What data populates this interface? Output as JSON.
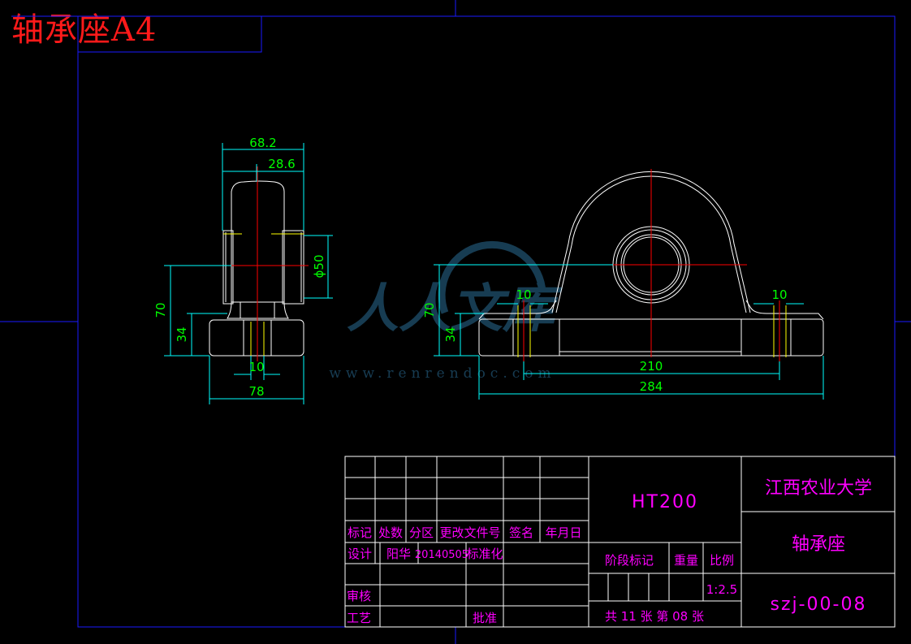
{
  "drawing_title": "轴承座A4",
  "dimensions": {
    "side_overall_width": "68.2",
    "side_hub_offset": "28.6",
    "bore_diameter": "ϕ50",
    "side_center_height": "70",
    "side_base_height": "34",
    "side_slot_width": "10",
    "side_base_width": "78",
    "front_center_height": "70",
    "front_base_height": "34",
    "left_bolt_slot": "10",
    "right_bolt_slot": "10",
    "bolt_spacing": "210",
    "overall_length": "284"
  },
  "watermark": {
    "brand": "人人文库",
    "url": "www.renrendoc.com"
  },
  "title_block": {
    "headers": [
      "标记",
      "处数",
      "分区",
      "更改文件号",
      "签名",
      "年月日"
    ],
    "design_label": "设计",
    "designer": "阳华",
    "design_date": "20140505",
    "standardization_label": "标准化",
    "review_label": "审核",
    "process_label": "工艺",
    "approve_label": "批准",
    "material": "HT200",
    "stage_mark_label": "阶段标记",
    "weight_label": "重量",
    "scale_label": "比例",
    "scale_value": "1:2.5",
    "sheet_info": "共 11 张 第 08 张",
    "organization": "江西农业大学",
    "part_name": "轴承座",
    "drawing_number": "szj-00-08"
  },
  "colors": {
    "background": "#000000",
    "frame": "#1a1aff",
    "outline": "#ffffff",
    "dimension": "#00ff00",
    "dimension_line": "#00ffff",
    "center_line": "#ff0000",
    "hidden_line": "#ffff00",
    "title_text": "#ff1a1a",
    "block_text": "#ff00ff",
    "watermark": "#2a6d96"
  }
}
